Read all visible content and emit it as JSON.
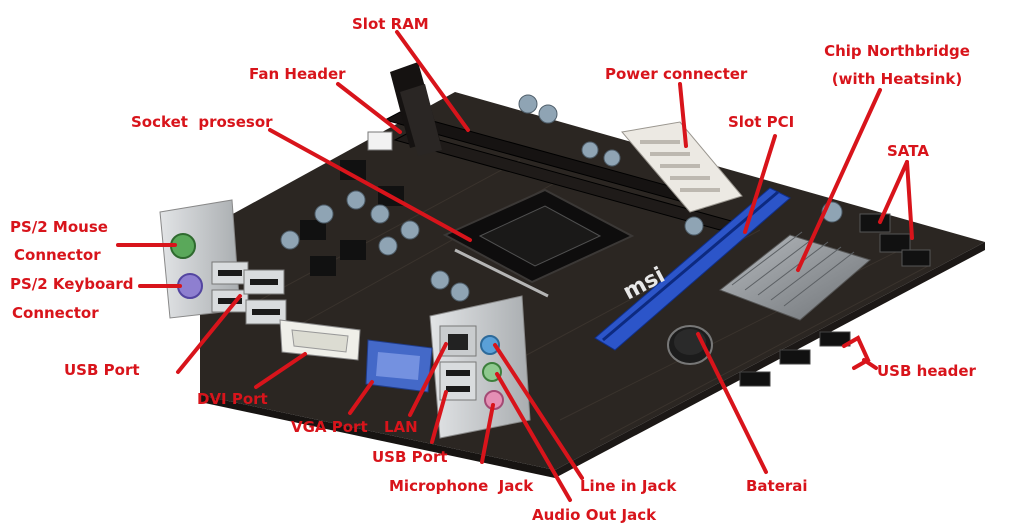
{
  "colors": {
    "label": "#d8141b",
    "pcb": "#2b2622",
    "pcie_slot": "#2c55c9",
    "ram_slot": "#1e1b1a",
    "heatsink": "#8f9397",
    "io_shield": "#c9ccce"
  },
  "brand_text": "msi",
  "labels": {
    "slot_ram": "Slot RAM",
    "fan_header": "Fan Header",
    "power_connector": "Power connecter",
    "socket": "Socket  prosesor",
    "slot_pci": "Slot PCI",
    "chip_nb_line1": "Chip Northbridge",
    "chip_nb_line2": "(with Heatsink)",
    "sata": "SATA",
    "ps2_mouse_line1": "PS/2 Mouse",
    "ps2_mouse_line2": "Connector",
    "ps2_kb_line1": "PS/2 Keyboard",
    "ps2_kb_line2": "Connector",
    "usb_port_left": "USB Port",
    "dvi_port": "DVI Port",
    "vga_port": "VGA Port",
    "lan": "LAN",
    "usb_port_mid": "USB Port",
    "usb_header": "USB header",
    "microphone": "Microphone  Jack",
    "line_in": "Line in Jack",
    "audio_out": "Audio Out Jack",
    "baterai": "Baterai"
  }
}
